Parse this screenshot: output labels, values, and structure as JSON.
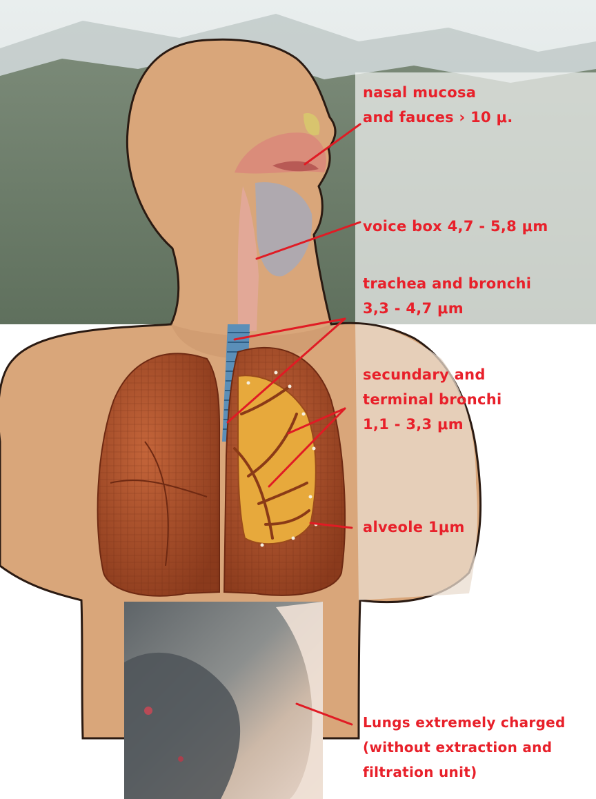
{
  "colors": {
    "label": "#e8202a",
    "leader": "#e01b24",
    "skin": "#d9a67a",
    "skin_outline": "#2a1a12",
    "lung": "#b5542a",
    "lung_dark": "#7c2f17",
    "bronchi_fill": "#e7a93c",
    "trachea": "#5b8fb8",
    "sky": "#dfe6e6",
    "forest": "#6f7f6c"
  },
  "labels": {
    "nasal": {
      "line1": "nasal mucosa",
      "line2": "and fauces › 10 μ."
    },
    "voice": {
      "line1": "voice box 4,7 - 5,8 μm"
    },
    "trachea": {
      "line1": "trachea and bronchi",
      "line2": "3,3 - 4,7 μm"
    },
    "secondary": {
      "line1": "secundary and",
      "line2": "terminal bronchi",
      "line3": "1,1 - 3,3 μm"
    },
    "alveole": {
      "line1": "alveole 1μm"
    },
    "charged": {
      "line1": "Lungs extremely charged",
      "line2": "(without extraction and",
      "line3": "filtration unit)"
    }
  }
}
